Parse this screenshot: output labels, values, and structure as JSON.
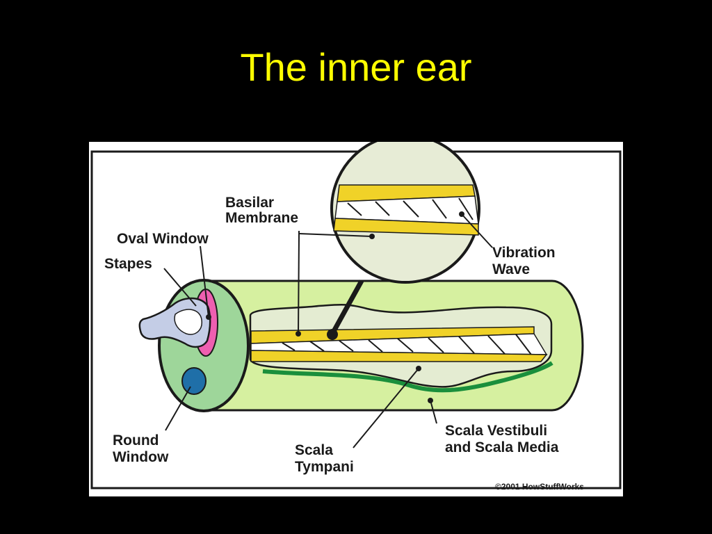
{
  "slide": {
    "title": "The inner ear"
  },
  "diagram": {
    "labels": {
      "basilar_membrane": [
        "Basilar",
        "Membrane"
      ],
      "oval_window": "Oval Window",
      "stapes": "Stapes",
      "vibration_wave": [
        "Vibration",
        "Wave"
      ],
      "round_window": [
        "Round",
        "Window"
      ],
      "scala_tympani": [
        "Scala",
        "Tympani"
      ],
      "scala_vestibuli": [
        "Scala Vestibuli",
        "and Scala Media"
      ]
    },
    "copyright": "©2001 HowStuffWorks",
    "colors": {
      "tube": "#d6f0a0",
      "tube_end": "#9ed69a",
      "membrane_yellow": "#f0d228",
      "inner_channel": "#e4ecd2",
      "green_membrane": "#1a8f3c",
      "oval_window": "#ee5fb0",
      "round_window": "#1f6fa8",
      "stapes": "#c4cde6",
      "magnifier": "#e7ecd6"
    }
  }
}
